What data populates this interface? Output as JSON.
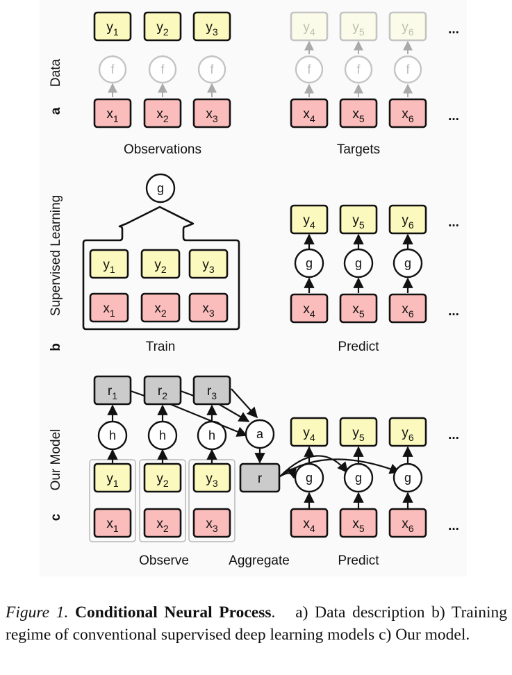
{
  "colors": {
    "x_fill": "#fbbcbc",
    "y_fill": "#fbf9be",
    "y_faded_fill": "#fbfbea",
    "r_fill": "#cbcbcb",
    "stroke": "#111111",
    "faded_stroke": "#c4c4c4",
    "group_stroke": "#b8b8b8"
  },
  "panels": {
    "a": {
      "letter": "a",
      "title": "Data",
      "observations_label": "Observations",
      "targets_label": "Targets",
      "function_node": "f",
      "observed_x": [
        {
          "base": "x",
          "sub": "1"
        },
        {
          "base": "x",
          "sub": "2"
        },
        {
          "base": "x",
          "sub": "3"
        }
      ],
      "observed_y": [
        {
          "base": "y",
          "sub": "1"
        },
        {
          "base": "y",
          "sub": "2"
        },
        {
          "base": "y",
          "sub": "3"
        }
      ],
      "target_x": [
        {
          "base": "x",
          "sub": "4"
        },
        {
          "base": "x",
          "sub": "5"
        },
        {
          "base": "x",
          "sub": "6"
        }
      ],
      "target_y": [
        {
          "base": "y",
          "sub": "4"
        },
        {
          "base": "y",
          "sub": "5"
        },
        {
          "base": "y",
          "sub": "6"
        }
      ],
      "ellipsis": "..."
    },
    "b": {
      "letter": "b",
      "title": "Supervised Learning",
      "train_label": "Train",
      "predict_label": "Predict",
      "model_node": "g",
      "train_x": [
        {
          "base": "x",
          "sub": "1"
        },
        {
          "base": "x",
          "sub": "2"
        },
        {
          "base": "x",
          "sub": "3"
        }
      ],
      "train_y": [
        {
          "base": "y",
          "sub": "1"
        },
        {
          "base": "y",
          "sub": "2"
        },
        {
          "base": "y",
          "sub": "3"
        }
      ],
      "predict_x": [
        {
          "base": "x",
          "sub": "4"
        },
        {
          "base": "x",
          "sub": "5"
        },
        {
          "base": "x",
          "sub": "6"
        }
      ],
      "predict_y": [
        {
          "base": "y",
          "sub": "4"
        },
        {
          "base": "y",
          "sub": "5"
        },
        {
          "base": "y",
          "sub": "6"
        }
      ],
      "ellipsis": "..."
    },
    "c": {
      "letter": "c",
      "title": "Our Model",
      "observe_label": "Observe",
      "aggregate_label": "Aggregate",
      "predict_label": "Predict",
      "encoder_node": "h",
      "aggregator_node": "a",
      "decoder_node": "g",
      "representation": "r",
      "reps": [
        {
          "base": "r",
          "sub": "1"
        },
        {
          "base": "r",
          "sub": "2"
        },
        {
          "base": "r",
          "sub": "3"
        }
      ],
      "obs_x": [
        {
          "base": "x",
          "sub": "1"
        },
        {
          "base": "x",
          "sub": "2"
        },
        {
          "base": "x",
          "sub": "3"
        }
      ],
      "obs_y": [
        {
          "base": "y",
          "sub": "1"
        },
        {
          "base": "y",
          "sub": "2"
        },
        {
          "base": "y",
          "sub": "3"
        }
      ],
      "pred_x": [
        {
          "base": "x",
          "sub": "4"
        },
        {
          "base": "x",
          "sub": "5"
        },
        {
          "base": "x",
          "sub": "6"
        }
      ],
      "pred_y": [
        {
          "base": "y",
          "sub": "4"
        },
        {
          "base": "y",
          "sub": "5"
        },
        {
          "base": "y",
          "sub": "6"
        }
      ],
      "ellipsis": "..."
    }
  },
  "caption": {
    "figure_label": "Figure 1.",
    "title": "Conditional Neural Process",
    "title_period": ".",
    "text": "a) Data description b) Training regime of conventional supervised deep learning models c) Our model."
  }
}
